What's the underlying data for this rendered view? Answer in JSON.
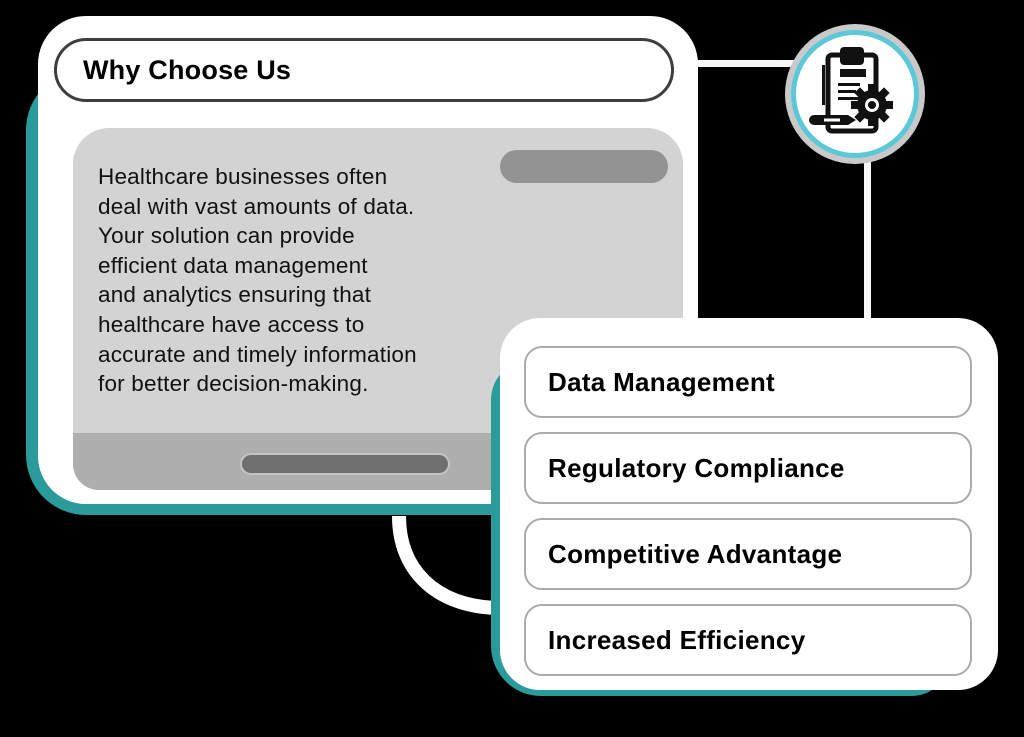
{
  "header": {
    "title": "Why Choose Us"
  },
  "description": {
    "text": "Healthcare businesses often\ndeal with vast amounts of data.\nYour solution can provide\nefficient data management\nand analytics ensuring that\nhealthcare have access to\naccurate and timely information\nfor better decision-making."
  },
  "features": [
    {
      "label": "Data Management"
    },
    {
      "label": "Regulatory Compliance"
    },
    {
      "label": "Competitive Advantage"
    },
    {
      "label": "Increased Efficiency"
    }
  ],
  "icon": {
    "name": "clipboard-gear-icon"
  },
  "colors": {
    "accent_teal": "#2a9a9a",
    "icon_ring": "#5cc7d6",
    "panel_gray": "#d3d3d3",
    "background": "#000000"
  }
}
